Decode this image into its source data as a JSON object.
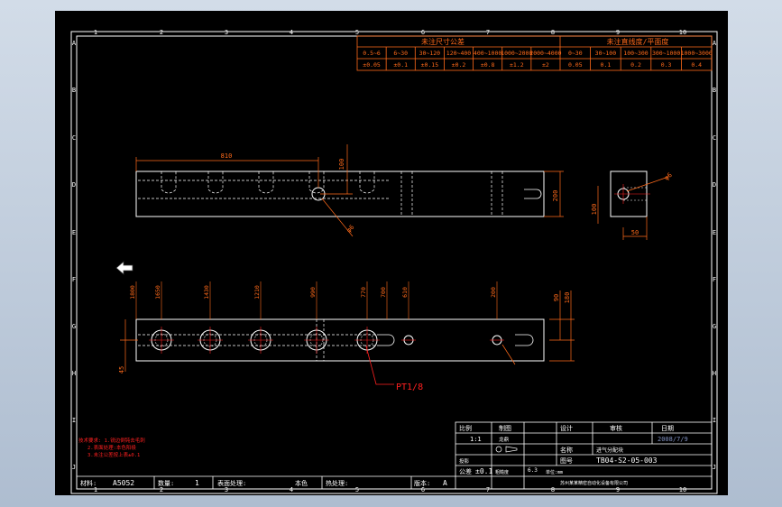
{
  "colors": {
    "background": "#000000",
    "frame": "#ffffff",
    "outline": "#ffffff",
    "dimension": "#ff6a1a",
    "hidden": "#ffffff",
    "title_block": "#ffffff",
    "notes": "#ff2020",
    "center": "#ff2020",
    "window_bg": "#c7d3e2"
  },
  "border": {
    "columns": [
      "1",
      "2",
      "3",
      "4",
      "5",
      "6",
      "7",
      "8",
      "9",
      "10"
    ],
    "rows": [
      "A",
      "B",
      "C",
      "D",
      "E",
      "F",
      "G",
      "H",
      "I",
      "J"
    ]
  },
  "tolerance_table": {
    "linear_title": "未注尺寸公差",
    "flatness_title": "未注直线度/平面度",
    "linear_ranges": [
      "0.5~6",
      "6~30",
      "30~120",
      "120~400",
      "400~1000",
      "1000~2000",
      "2000~4000"
    ],
    "linear_values": [
      "±0.05",
      "±0.1",
      "±0.15",
      "±0.2",
      "±0.8",
      "±1.2",
      "±2"
    ],
    "flatness_ranges": [
      "0~30",
      "30~100",
      "100~300",
      "300~1000",
      "1000~3000"
    ],
    "flatness_values": [
      "0.05",
      "0.1",
      "0.2",
      "0.3",
      "0.4"
    ]
  },
  "dimensions": {
    "top_width": "810",
    "top_offset": "100",
    "top_height": "200",
    "hole_dia": "φ6",
    "side_dia": "φ6",
    "side_h": "100",
    "side_w": "50",
    "front_positions": [
      "1800",
      "1650",
      "1430",
      "1210",
      "990",
      "770",
      "700",
      "610",
      "200"
    ],
    "front_right_a": "90",
    "front_right_b": "180",
    "front_left": "45"
  },
  "thread_label": "PT1/8",
  "notes": {
    "title": "技术要求: 1.锐边倒钝去毛刺",
    "line1": "2.表面处理:本色阳极",
    "line2": "3.未注公差按上表±0.1"
  },
  "title_block": {
    "scale_label": "比例",
    "scale_value": "1:1",
    "drawn_label": "制图",
    "drawn_value": "龙鼎",
    "design_label": "设计",
    "check_label": "审核",
    "date_label": "日期",
    "date_value": "2008/7/9",
    "projection_label": "投影",
    "name_label": "名称",
    "name_value": "进气分配块",
    "drawing_no_label": "图号",
    "drawing_no_value": "TB04-S2-05-003",
    "company": "苏州某某精密自动化设备有限公司",
    "tolerance_label": "公差",
    "tolerance_value": "±0.1",
    "roughness_label": "粗糙度",
    "roughness_value": "6.3",
    "unit_label": "单位:mm",
    "material_label": "材料:",
    "material_value": "A5052",
    "qty_label": "数量:",
    "qty_value": "1",
    "surface_label": "表面处理:",
    "surface_value": "本色",
    "heat_label": "热处理:",
    "version_label": "版本:",
    "version_value": "A"
  }
}
